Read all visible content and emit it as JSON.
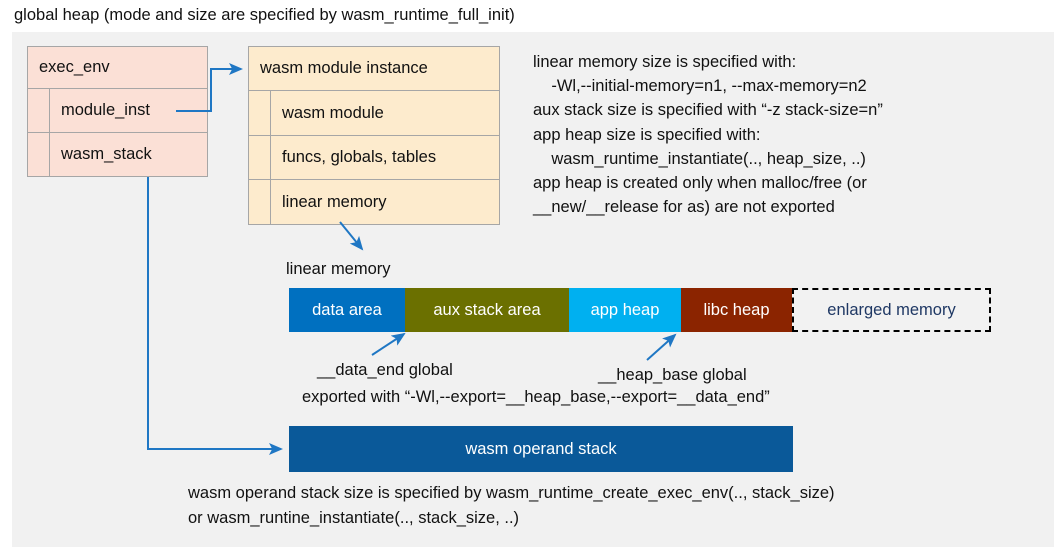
{
  "title": "global heap (mode and size are specified by wasm_runtime_full_init)",
  "exec_env": {
    "header": "exec_env",
    "fields": [
      "module_inst",
      "wasm_stack"
    ]
  },
  "module_instance": {
    "header": "wasm module instance",
    "fields": [
      "wasm module",
      "funcs, globals, tables",
      "linear memory"
    ]
  },
  "notes_right": "linear memory size is specified with:\n    -Wl,--initial-memory=n1, --max-memory=n2\naux stack size is specified with “-z stack-size=n”\napp heap size is specified with:\n    wasm_runtime_instantiate(.., heap_size, ..)\napp heap is created only when malloc/free (or\n__new/__release for as) are not exported",
  "linear_memory": {
    "label": "linear memory",
    "segments": [
      {
        "label": "data area",
        "color": "#0070c0",
        "text_color": "#ffffff",
        "width": 116
      },
      {
        "label": "aux stack area",
        "color": "#6b7000",
        "text_color": "#ffffff",
        "width": 164
      },
      {
        "label": "app heap",
        "color": "#00b0f0",
        "text_color": "#ffffff",
        "width": 112
      },
      {
        "label": "libc heap",
        "color": "#8b2400",
        "text_color": "#ffffff",
        "width": 111
      },
      {
        "label": "enlarged memory",
        "color": "#f2f2f2",
        "text_color": "#1f3864",
        "width": 199
      }
    ]
  },
  "annotations": {
    "data_end": "__data_end global",
    "heap_base": "__heap_base global",
    "export": "exported with “-Wl,--export=__heap_base,--export=__data_end”"
  },
  "operand_stack": {
    "label": "wasm operand stack",
    "color": "#0a5999"
  },
  "notes_bottom": "wasm operand stack size is specified by wasm_runtime_create_exec_env(.., stack_size)\nor wasm_runtine_instantiate(.., stack_size, ..)",
  "colors": {
    "panel_background": "#f1f1f1",
    "exec_env_fill": "#fbe0d6",
    "module_instance_fill": "#fdebcd",
    "connector": "#1f77c4",
    "box_border": "#a6a6a6"
  }
}
